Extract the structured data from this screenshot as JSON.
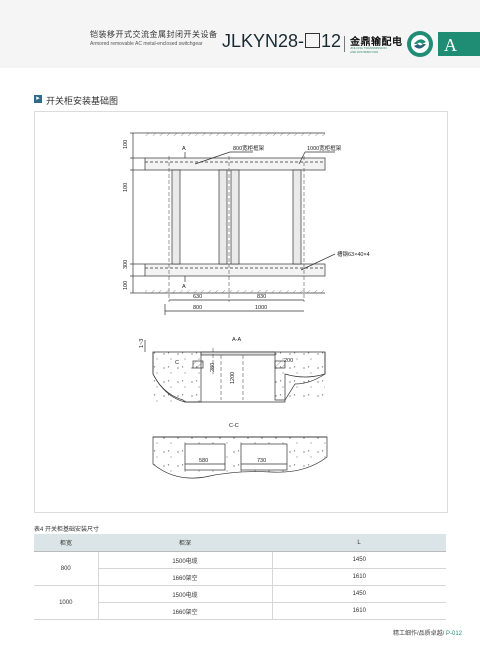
{
  "header": {
    "title_cn": "铠装移开式交流金属封闭开关设备",
    "title_en": "Armored removable AC metal-enclosed switchgear",
    "model_prefix": "JLKYN28-",
    "model_suffix": "12",
    "brand_cn": "金鼎输配电",
    "brand_en_line1": "JINLONG TRANSMISSION",
    "brand_en_line2": "AND DISTRIBUTION",
    "section_letter": "A",
    "logo_color": "#1f8c74",
    "accent_color": "#1f8c74"
  },
  "section_title": "开关柜安装基础图",
  "drawing": {
    "top_view": {
      "dims_left": [
        "100",
        "100",
        "300",
        "100"
      ],
      "section_mark": "A",
      "frame_800": "800宽柜框架",
      "frame_1000": "1000宽柜框架",
      "channel_steel": "槽钢63×40×4",
      "dim_630": "630",
      "dim_830": "830",
      "dim_800": "800",
      "dim_1000": "1000"
    },
    "section_aa": {
      "title": "A-A",
      "dim_1_3": "1~3",
      "mark_c": "C",
      "dim_280": "280",
      "dim_200": "200",
      "dim_1200": "1200"
    },
    "section_cc": {
      "title": "C-C",
      "dim_580": "580",
      "dim_730": "730"
    }
  },
  "table": {
    "caption": "表4 开关柜基础安装尺寸",
    "headers": [
      "柜宽",
      "柜深",
      "L"
    ],
    "rows": [
      {
        "width": "800",
        "depth": "1500电缆",
        "l": "1450"
      },
      {
        "width": "",
        "depth": "1660架空",
        "l": "1610"
      },
      {
        "width": "1000",
        "depth": "1500电缆",
        "l": "1450"
      },
      {
        "width": "",
        "depth": "1660架空",
        "l": "1610"
      }
    ]
  },
  "footer": {
    "text": "精工细作/品质卓越/",
    "page": "P-012"
  }
}
